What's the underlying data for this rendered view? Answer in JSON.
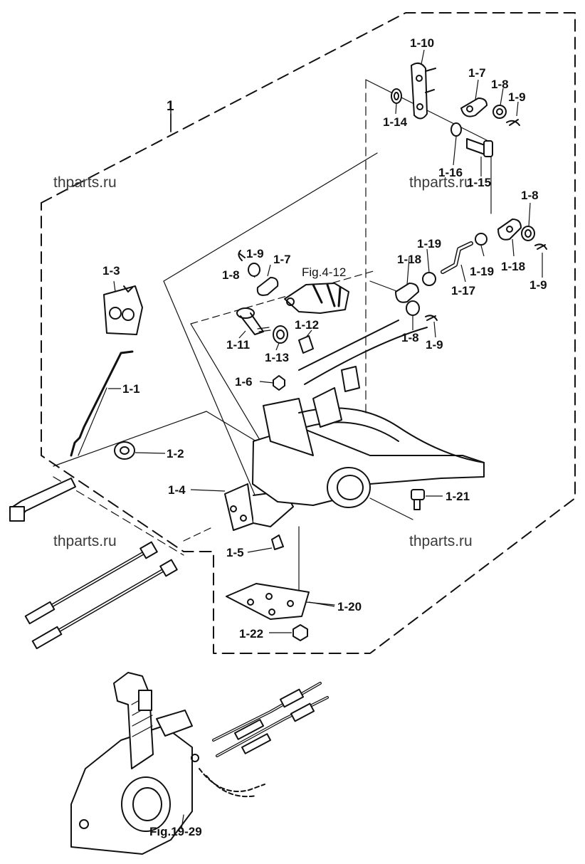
{
  "watermarks": [
    "thparts.ru",
    "thparts.ru",
    "thparts.ru",
    "thparts.ru"
  ],
  "assembly_label": "1",
  "callouts": {
    "c1_10": "1-10",
    "c1_7a": "1-7",
    "c1_8a": "1-8",
    "c1_9a": "1-9",
    "c1_14": "1-14",
    "c1_16": "1-16",
    "c1_15": "1-15",
    "c1_8b": "1-8",
    "c1_19a": "1-19",
    "c1_18a": "1-18",
    "c1_19b": "1-19",
    "c1_18b": "1-18",
    "c1_17": "1-17",
    "c1_9b": "1-9",
    "c1_8c": "1-8",
    "c1_9c": "1-9",
    "c1_9d": "1-9",
    "c1_8d": "1-8",
    "c1_7b": "1-7",
    "c1_3": "1-3",
    "c1_11": "1-11",
    "c1_12": "1-12",
    "c1_13": "1-13",
    "c1_6": "1-6",
    "c1_1": "1-1",
    "c1_2": "1-2",
    "c1_4": "1-4",
    "c1_21": "1-21",
    "c1_5": "1-5",
    "c1_20": "1-20",
    "c1_22": "1-22"
  },
  "figure_refs": {
    "fig_4_12": "Fig.4-12",
    "fig_19_29": "Fig.19-29"
  }
}
